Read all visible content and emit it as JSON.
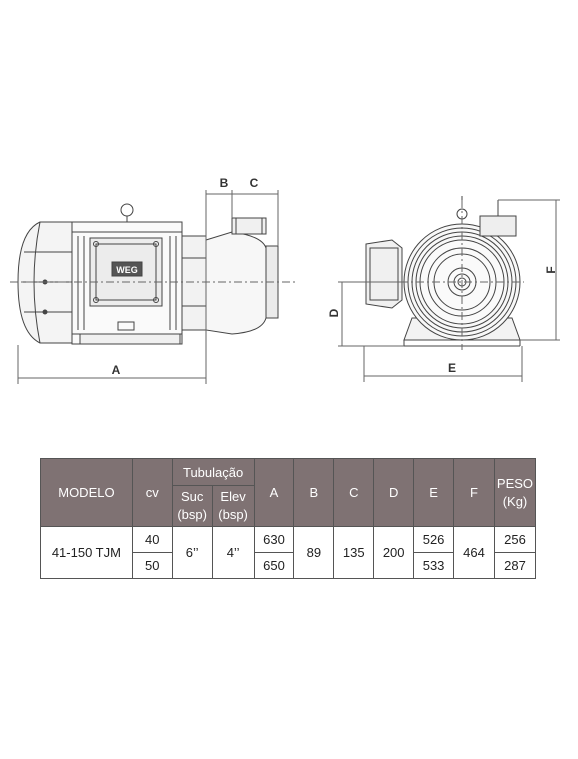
{
  "dimension_labels": {
    "a": "A",
    "b": "B",
    "c": "C",
    "d": "D",
    "e": "E",
    "f": "F"
  },
  "logo_text": "WEG",
  "table": {
    "header": {
      "modelo": "MODELO",
      "cv": "cv",
      "tubulacao": "Tubulação",
      "suc": "Suc\n(bsp)",
      "elev": "Elev\n(bsp)",
      "a": "A",
      "b": "B",
      "c": "C",
      "d": "D",
      "e": "E",
      "f": "F",
      "peso": "PESO\n(Kg)"
    },
    "row": {
      "modelo": "41-150 TJM",
      "cv": [
        "40",
        "50"
      ],
      "suc": "6’’",
      "elev": "4’’",
      "a": [
        "630",
        "650"
      ],
      "b": "89",
      "c": "135",
      "d": "200",
      "e": [
        "526",
        "533"
      ],
      "f": "464",
      "peso": [
        "256",
        "287"
      ]
    }
  }
}
